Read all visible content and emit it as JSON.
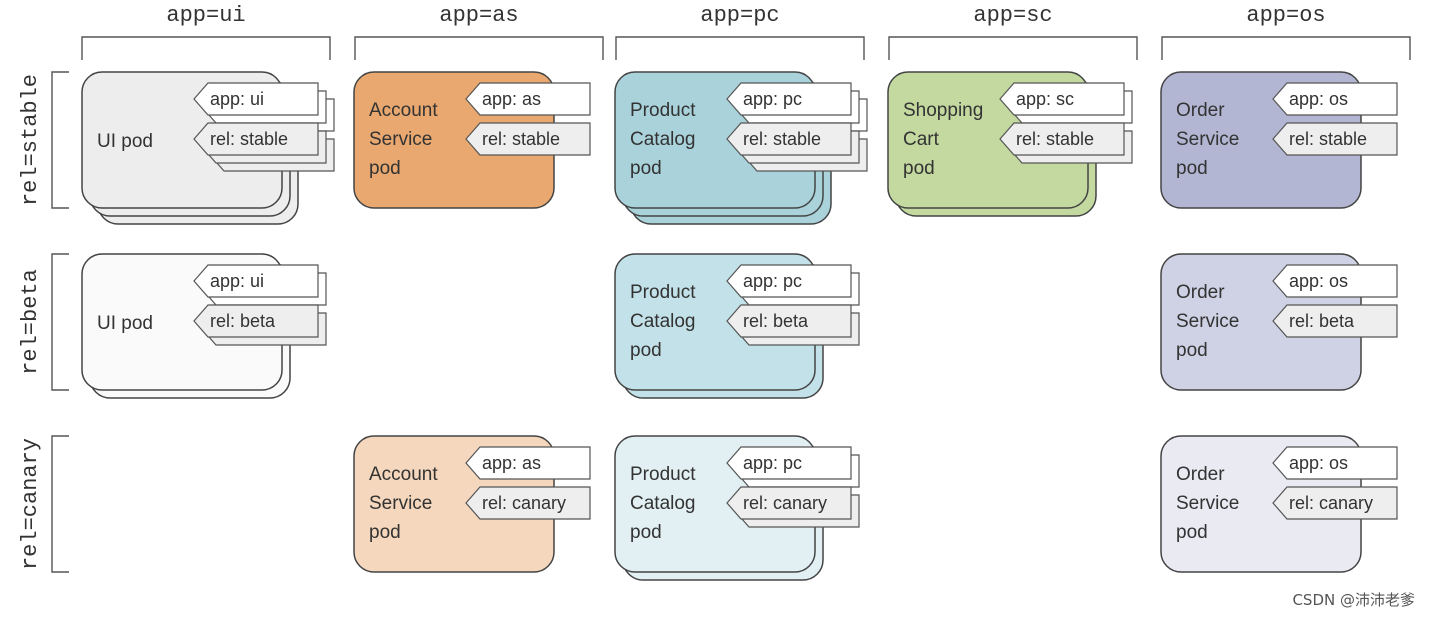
{
  "columns": [
    {
      "label": "app=ui"
    },
    {
      "label": "app=as"
    },
    {
      "label": "app=pc"
    },
    {
      "label": "app=sc"
    },
    {
      "label": "app=os"
    }
  ],
  "rows": [
    {
      "label": "rel=stable"
    },
    {
      "label": "rel=beta"
    },
    {
      "label": "rel=canary"
    }
  ],
  "pods": [
    {
      "id": "ui-stable",
      "col": 0,
      "row": 0,
      "lines": [
        "UI pod"
      ],
      "fill": "#ededed",
      "stack": 3,
      "tags": [
        "app: ui",
        "rel: stable"
      ]
    },
    {
      "id": "as-stable",
      "col": 1,
      "row": 0,
      "lines": [
        "Account",
        "Service",
        "pod"
      ],
      "fill": "#e8a870",
      "stack": 1,
      "tags": [
        "app: as",
        "rel: stable"
      ]
    },
    {
      "id": "pc-stable",
      "col": 2,
      "row": 0,
      "lines": [
        "Product",
        "Catalog",
        "pod"
      ],
      "fill": "#a9d2db",
      "stack": 3,
      "tags": [
        "app: pc",
        "rel: stable"
      ]
    },
    {
      "id": "sc-stable",
      "col": 3,
      "row": 0,
      "lines": [
        "Shopping",
        "Cart",
        "pod"
      ],
      "fill": "#c3d9a0",
      "stack": 2,
      "tags": [
        "app: sc",
        "rel: stable"
      ]
    },
    {
      "id": "os-stable",
      "col": 4,
      "row": 0,
      "lines": [
        "Order",
        "Service",
        "pod"
      ],
      "fill": "#b2b6d3",
      "stack": 1,
      "tags": [
        "app: os",
        "rel: stable"
      ]
    },
    {
      "id": "ui-beta",
      "col": 0,
      "row": 1,
      "lines": [
        "UI pod"
      ],
      "fill": "#fafafa",
      "stack": 2,
      "tags": [
        "app: ui",
        "rel: beta"
      ]
    },
    {
      "id": "pc-beta",
      "col": 2,
      "row": 1,
      "lines": [
        "Product",
        "Catalog",
        "pod"
      ],
      "fill": "#c3e1e8",
      "stack": 2,
      "tags": [
        "app: pc",
        "rel: beta"
      ]
    },
    {
      "id": "os-beta",
      "col": 4,
      "row": 1,
      "lines": [
        "Order",
        "Service",
        "pod"
      ],
      "fill": "#cfd2e4",
      "stack": 1,
      "tags": [
        "app: os",
        "rel: beta"
      ]
    },
    {
      "id": "as-canary",
      "col": 1,
      "row": 2,
      "lines": [
        "Account",
        "Service",
        "pod"
      ],
      "fill": "#f4d7bc",
      "stack": 1,
      "tags": [
        "app: as",
        "rel: canary"
      ]
    },
    {
      "id": "pc-canary",
      "col": 2,
      "row": 2,
      "lines": [
        "Product",
        "Catalog",
        "pod"
      ],
      "fill": "#e2f0f3",
      "stack": 2,
      "tags": [
        "app: pc",
        "rel: canary"
      ]
    },
    {
      "id": "os-canary",
      "col": 4,
      "row": 2,
      "lines": [
        "Order",
        "Service",
        "pod"
      ],
      "fill": "#e9eaf2",
      "stack": 1,
      "tags": [
        "app: os",
        "rel: canary"
      ]
    }
  ],
  "watermark": "CSDN @沛沛老爹"
}
